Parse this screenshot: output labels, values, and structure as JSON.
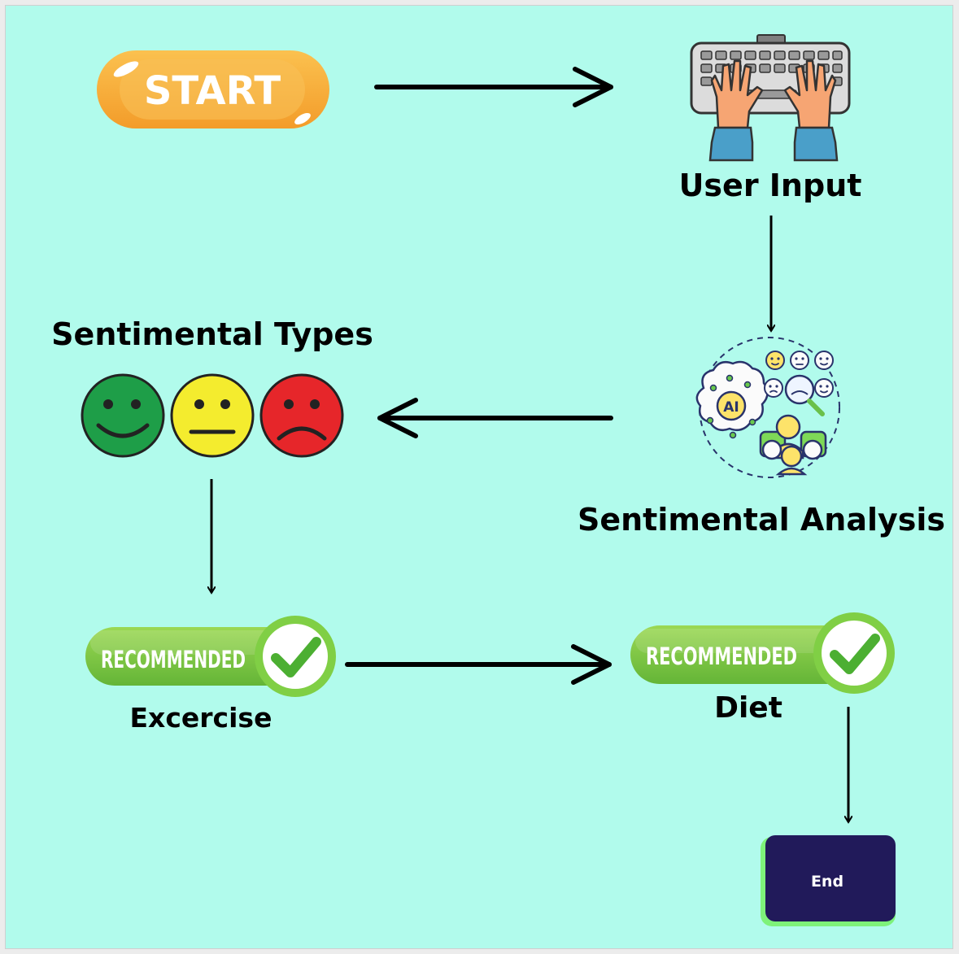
{
  "start_label": "START",
  "user_input_label": "User Input",
  "sentimental_types_label": "Sentimental Types",
  "sentimental_analysis_label": "Sentimental Analysis",
  "badge_text": "RECOMMENDED",
  "exercise_label": "Excercise",
  "diet_label": "Diet",
  "end_label": "End",
  "ai_text": "AI",
  "colors": {
    "background": "#b1fbec",
    "start_orange": "#f6ad3c",
    "badge_green": "#7ac943",
    "check_green": "#4caf32",
    "end_navy": "#211a5a",
    "end_glow": "#7ef27a",
    "face_green": "#1e9e48",
    "face_yellow": "#f4ec2e",
    "face_red": "#e6262a"
  }
}
